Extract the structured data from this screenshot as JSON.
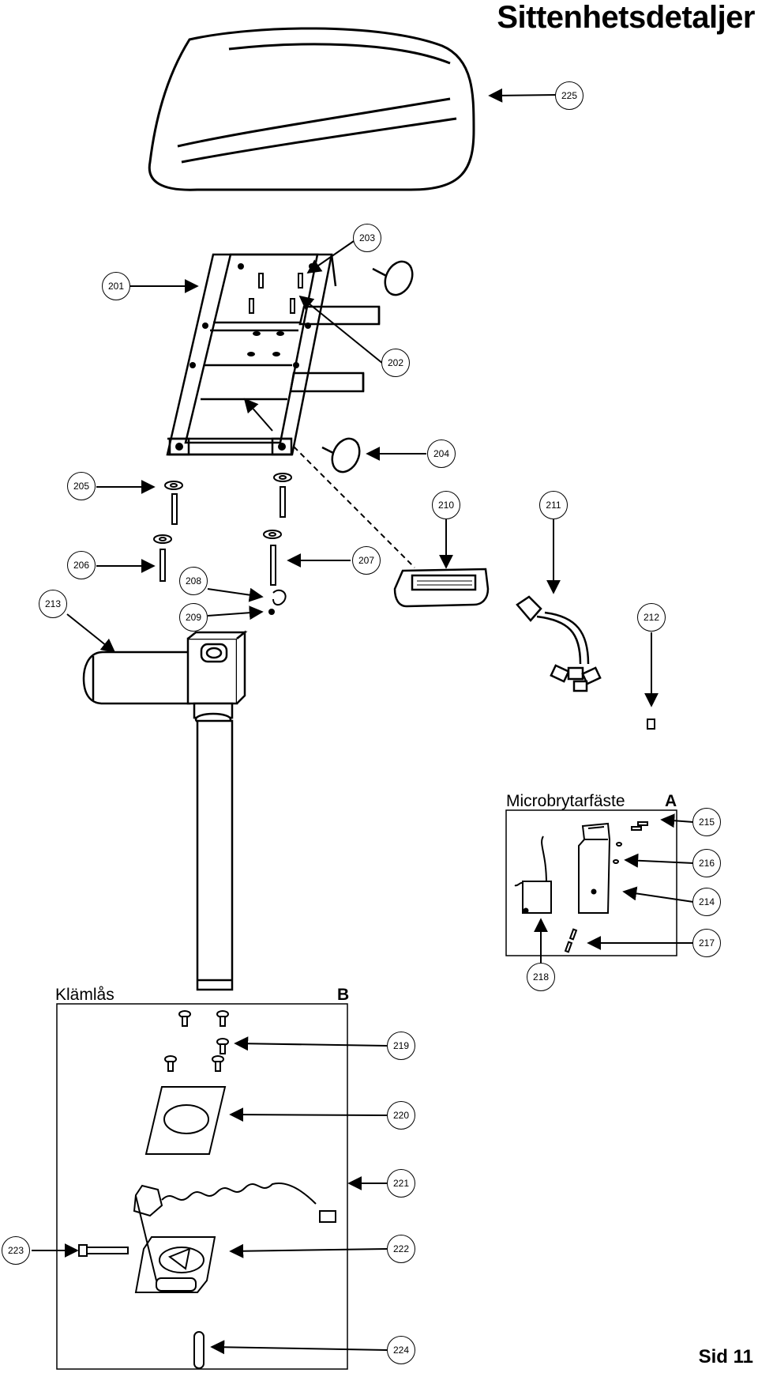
{
  "page": {
    "title": "Sittenhetsdetaljer",
    "page_number": "Sid 11"
  },
  "boxes": {
    "a": {
      "title": "Microbrytarfäste",
      "letter": "A"
    },
    "b": {
      "title": "Klämlås",
      "letter": "B"
    }
  },
  "callouts": {
    "p201": "201",
    "p202": "202",
    "p203": "203",
    "p204": "204",
    "p205": "205",
    "p206": "206",
    "p207": "207",
    "p208": "208",
    "p209": "209",
    "p210": "210",
    "p211": "211",
    "p212": "212",
    "p213": "213",
    "p214": "214",
    "p215": "215",
    "p216": "216",
    "p217": "217",
    "p218": "218",
    "p219": "219",
    "p220": "220",
    "p221": "221",
    "p222": "222",
    "p223": "223",
    "p224": "224",
    "p225": "225"
  }
}
